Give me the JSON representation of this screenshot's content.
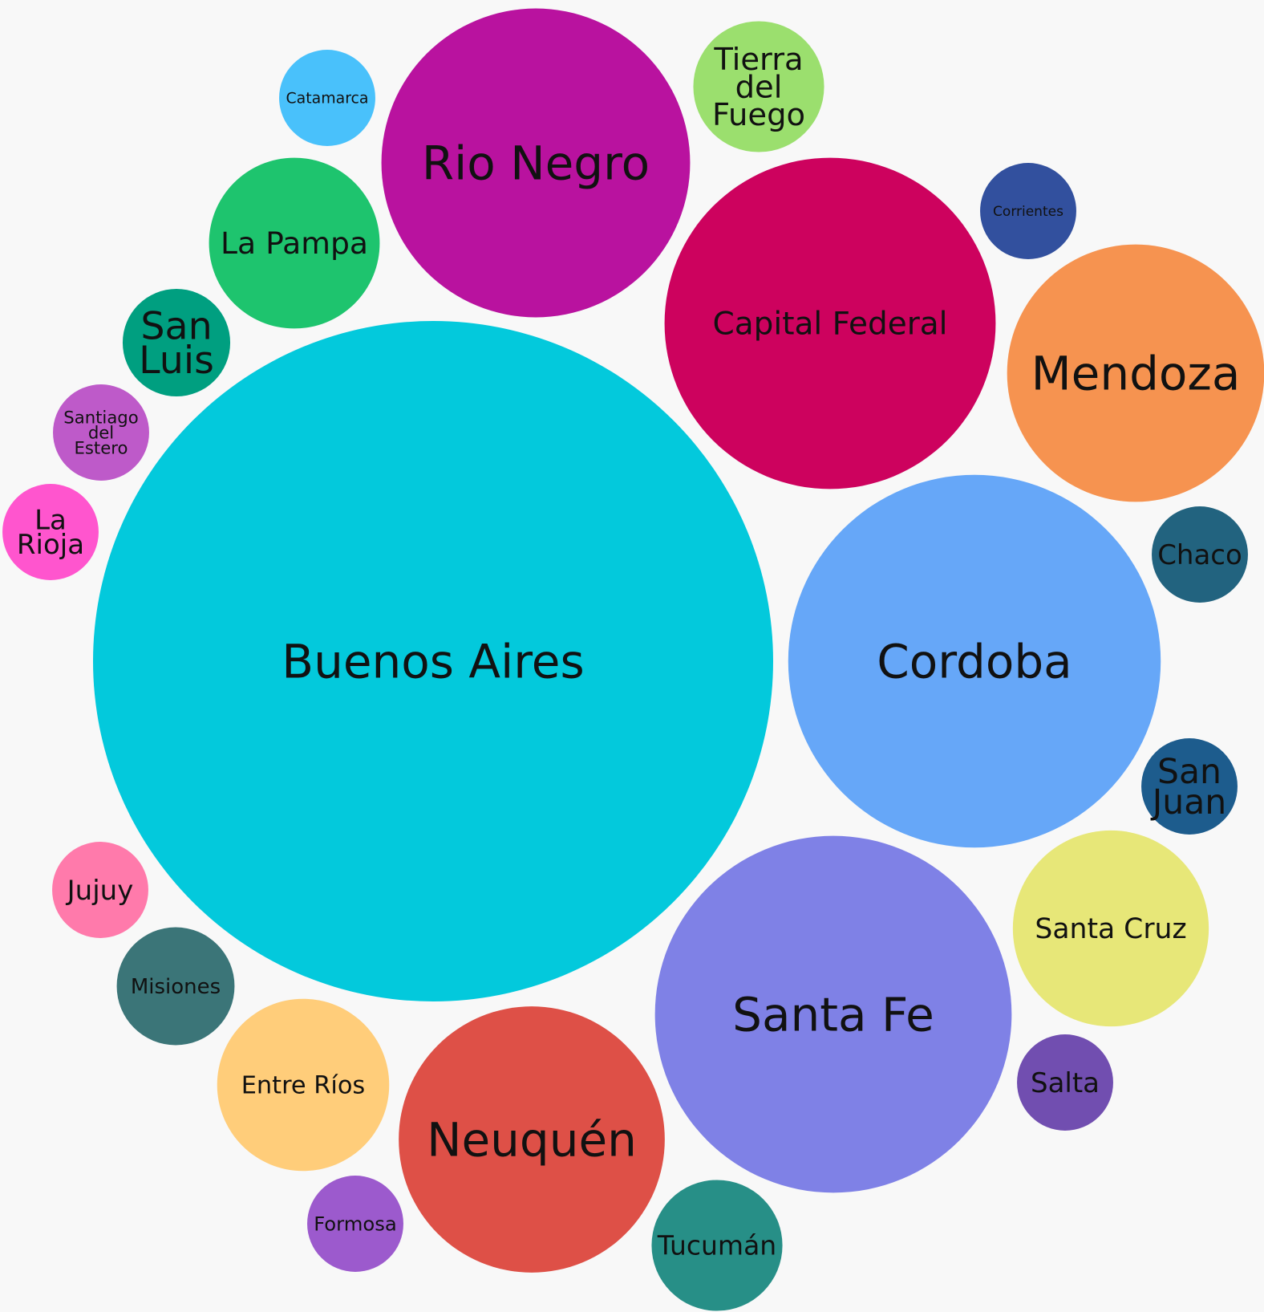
{
  "chart_data": {
    "type": "bubble",
    "title": "",
    "bubbles": [
      {
        "label": "Buenos Aires",
        "lines": [
          "Buenos Aires"
        ],
        "value": 100,
        "color": "#03c9dc"
      },
      {
        "label": "Cordoba",
        "lines": [
          "Cordoba"
        ],
        "value": 30,
        "color": "#66a7f8"
      },
      {
        "label": "Santa Fe",
        "lines": [
          "Santa Fe"
        ],
        "value": 27.5,
        "color": "#7f81e6"
      },
      {
        "label": "Capital Federal",
        "lines": [
          "Capital Federal"
        ],
        "value": 23.7,
        "color": "#cd025e"
      },
      {
        "label": "Rio Negro",
        "lines": [
          "Rio Negro"
        ],
        "value": 20.6,
        "color": "#b9129f"
      },
      {
        "label": "Neuquén",
        "lines": [
          "Neuquén"
        ],
        "value": 15.3,
        "color": "#de5047"
      },
      {
        "label": "Mendoza",
        "lines": [
          "Mendoza"
        ],
        "value": 14.3,
        "color": "#f69350"
      },
      {
        "label": "Santa Cruz",
        "lines": [
          "Santa Cruz"
        ],
        "value": 8.3,
        "color": "#e7e778"
      },
      {
        "label": "Entre Ríos",
        "lines": [
          "Entre Ríos"
        ],
        "value": 6.4,
        "color": "#ffcd7a"
      },
      {
        "label": "La Pampa",
        "lines": [
          "La Pampa"
        ],
        "value": 6.3,
        "color": "#1ec46e"
      },
      {
        "label": "Tierra del Fuego",
        "lines": [
          "Tierra",
          "del",
          "Fuego"
        ],
        "value": 3.7,
        "color": "#9bdf6e"
      },
      {
        "label": "Tucumán",
        "lines": [
          "Tucumán"
        ],
        "value": 3.7,
        "color": "#278f87"
      },
      {
        "label": "Misiones",
        "lines": [
          "Misiones"
        ],
        "value": 3.0,
        "color": "#3b7578"
      },
      {
        "label": "San Luis",
        "lines": [
          "San",
          "Luis"
        ],
        "value": 2.5,
        "color": "#009f80"
      },
      {
        "label": "Corrientes",
        "lines": [
          "Corrientes"
        ],
        "value": 2.0,
        "color": "#32509e"
      },
      {
        "label": "Chaco",
        "lines": [
          "Chaco"
        ],
        "value": 2.0,
        "color": "#22637f"
      },
      {
        "label": "San Juan",
        "lines": [
          "San",
          "Juan"
        ],
        "value": 2.0,
        "color": "#1d5c8d"
      },
      {
        "label": "Salta",
        "lines": [
          "Salta"
        ],
        "value": 2.0,
        "color": "#714eb0"
      },
      {
        "label": "Jujuy",
        "lines": [
          "Jujuy"
        ],
        "value": 2.0,
        "color": "#ff7aab"
      },
      {
        "label": "Santiago del Estero",
        "lines": [
          "Santiago",
          "del",
          "Estero"
        ],
        "value": 2.0,
        "color": "#be5ac9"
      },
      {
        "label": "La Rioja",
        "lines": [
          "La",
          "Rioja"
        ],
        "value": 2.0,
        "color": "#ff55ce"
      },
      {
        "label": "Formosa",
        "lines": [
          "Formosa"
        ],
        "value": 2.0,
        "color": "#9c5acd"
      },
      {
        "label": "Catamarca",
        "lines": [
          "Catamarca"
        ],
        "value": 2.0,
        "color": "#49c1fb"
      }
    ]
  }
}
